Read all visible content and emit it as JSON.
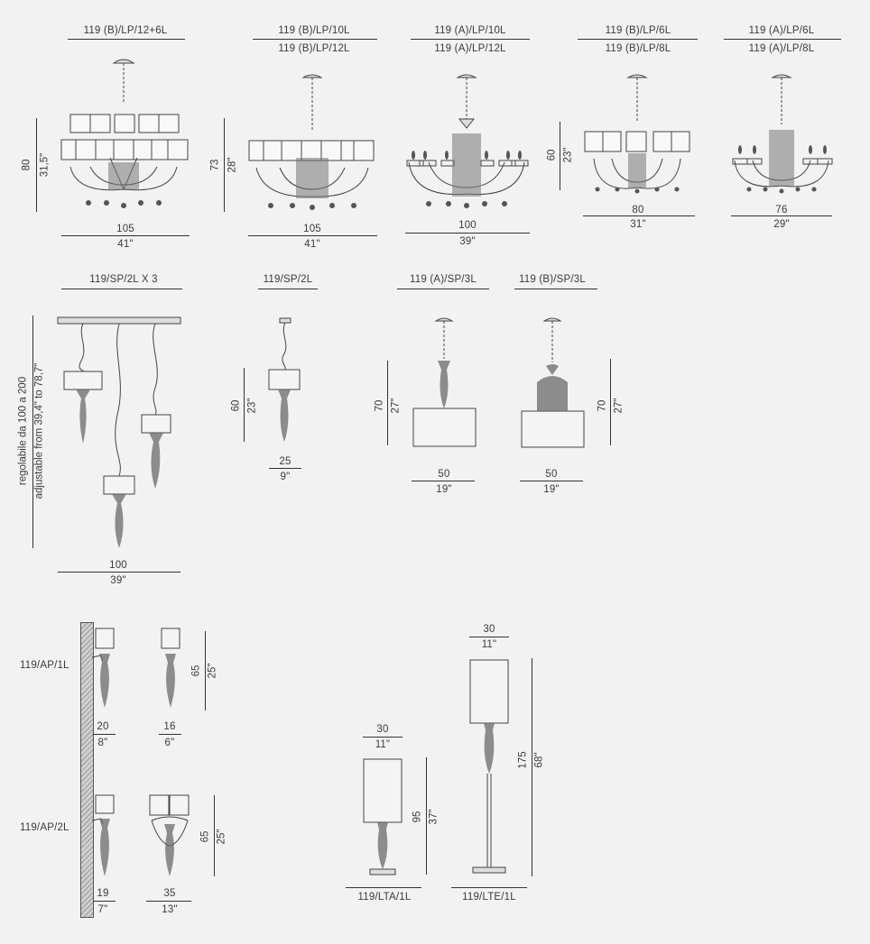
{
  "row1": {
    "m1": {
      "code": "119 (B)/LP/12+6L",
      "height_cm": "80",
      "height_in": "31,5\"",
      "width_cm": "105",
      "width_in": "41\""
    },
    "m2": {
      "code_a": "119 (B)/LP/10L",
      "code_b": "119 (B)/LP/12L",
      "height_cm": "73",
      "height_in": "28\"",
      "width_cm": "105",
      "width_in": "41\""
    },
    "m3": {
      "code_a": "119 (A)/LP/10L",
      "code_b": "119 (A)/LP/12L",
      "width_cm": "100",
      "width_in": "39\""
    },
    "m4": {
      "code_a": "119 (B)/LP/6L",
      "code_b": "119 (B)/LP/8L",
      "height_cm": "60",
      "height_in": "23\"",
      "width_cm": "80",
      "width_in": "31\""
    },
    "m5": {
      "code_a": "119 (A)/LP/6L",
      "code_b": "119 (A)/LP/8L",
      "width_cm": "76",
      "width_in": "29\""
    }
  },
  "row2": {
    "sp3": {
      "code": "119/SP/2L X 3",
      "height_it": "regolabile da 100 a 200",
      "height_en": "adjustable from 39,4\" to 78,7\"",
      "width_cm": "100",
      "width_in": "39\""
    },
    "sp2": {
      "code": "119/SP/2L",
      "height_cm": "60",
      "height_in": "23\"",
      "width_cm": "25",
      "width_in": "9\""
    },
    "spa": {
      "code": "119 (A)/SP/3L",
      "height_cm": "70",
      "height_in": "27\"",
      "width_cm": "50",
      "width_in": "19\""
    },
    "spb": {
      "code": "119 (B)/SP/3L",
      "height_cm": "70",
      "height_in": "27\"",
      "width_cm": "50",
      "width_in": "19\""
    }
  },
  "row3": {
    "ap1": {
      "code": "119/AP/1L",
      "height_cm": "65",
      "height_in": "25\"",
      "depth_cm": "20",
      "depth_in": "8\"",
      "width_cm": "16",
      "width_in": "6\""
    },
    "ap2": {
      "code": "119/AP/2L",
      "height_cm": "65",
      "height_in": "25\"",
      "depth_cm": "19",
      "depth_in": "7\"",
      "width_cm": "35",
      "width_in": "13\""
    },
    "lta": {
      "code": "119/LTA/1L",
      "height_cm": "95",
      "height_in": "37\"",
      "width_cm": "30",
      "width_in": "11\""
    },
    "lte": {
      "code": "119/LTE/1L",
      "height_cm": "175",
      "height_in": "68\"",
      "width_cm": "30",
      "width_in": "11\""
    }
  }
}
